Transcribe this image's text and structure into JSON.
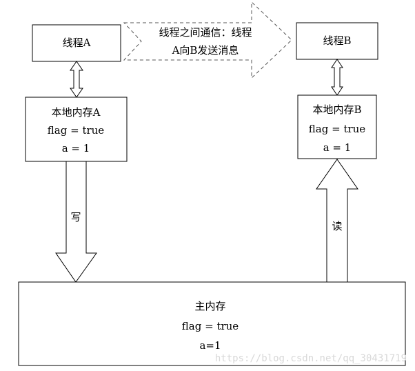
{
  "thread_a": {
    "label": "线程A"
  },
  "thread_b": {
    "label": "线程B"
  },
  "message": {
    "line1": "线程之间通信：线程",
    "line2": "A向B发送消息"
  },
  "local_memory_a": {
    "title": "本地内存A",
    "flag": "flag = true",
    "a": "a = 1"
  },
  "local_memory_b": {
    "title": "本地内存B",
    "flag": "flag = true",
    "a": "a = 1"
  },
  "write_label": "写",
  "read_label": "读",
  "main_memory": {
    "title": "主内存",
    "flag": "flag = true",
    "a": "a=1"
  },
  "watermark": "https://blog.csdn.net/qq_30431719",
  "colors": {
    "stroke": "#000000",
    "watermark": "#d8d8d8",
    "background": "#ffffff"
  }
}
